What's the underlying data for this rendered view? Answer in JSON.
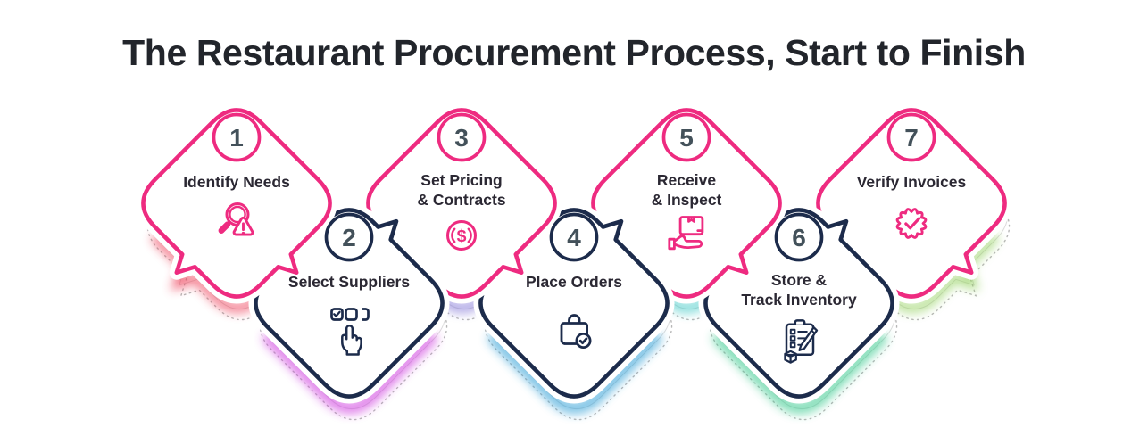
{
  "title": "The Restaurant Procurement Process, Start to Finish",
  "steps": [
    {
      "number": "1",
      "label": "Identify Needs",
      "lines": [
        "Identify Needs"
      ],
      "variant": "pink",
      "icon": "magnifier-alert-icon",
      "glow_color": "#ee3a54"
    },
    {
      "number": "2",
      "label": "Select Suppliers",
      "lines": [
        "Select Suppliers"
      ],
      "variant": "navy",
      "icon": "supplier-checkboxes-hand-icon",
      "glow_color": "#cf3bdf"
    },
    {
      "number": "3",
      "label": "Set Pricing & Contracts",
      "lines": [
        "Set Pricing",
        "& Contracts"
      ],
      "variant": "pink",
      "icon": "dollar-coin-icon",
      "icon_text": "$",
      "glow_color": "#7d6fd6"
    },
    {
      "number": "4",
      "label": "Place Orders",
      "lines": [
        "Place Orders"
      ],
      "variant": "navy",
      "icon": "shopping-bag-check-icon",
      "glow_color": "#2f9fd6"
    },
    {
      "number": "5",
      "label": "Receive & Inspect",
      "lines": [
        "Receive",
        "& Inspect"
      ],
      "variant": "pink",
      "icon": "hand-receiving-box-icon",
      "glow_color": "#36c6c2"
    },
    {
      "number": "6",
      "label": "Store & Track Inventory",
      "lines": [
        "Store &",
        "Track Inventory"
      ],
      "variant": "navy",
      "icon": "inventory-clipboard-icon",
      "glow_color": "#36c98c"
    },
    {
      "number": "7",
      "label": "Verify Invoices",
      "lines": [
        "Verify Invoices"
      ],
      "variant": "pink",
      "icon": "verified-badge-check-icon",
      "glow_color": "#92d05c"
    }
  ],
  "colors": {
    "pink": "#ee2b80",
    "navy": "#1c2b4b",
    "number": "#43515a",
    "label": "#2b2833",
    "title": "#22252b",
    "ghost_solid": "#dcdcdc",
    "ghost_dotted": "#b7b7b7",
    "background": "#ffffff"
  }
}
